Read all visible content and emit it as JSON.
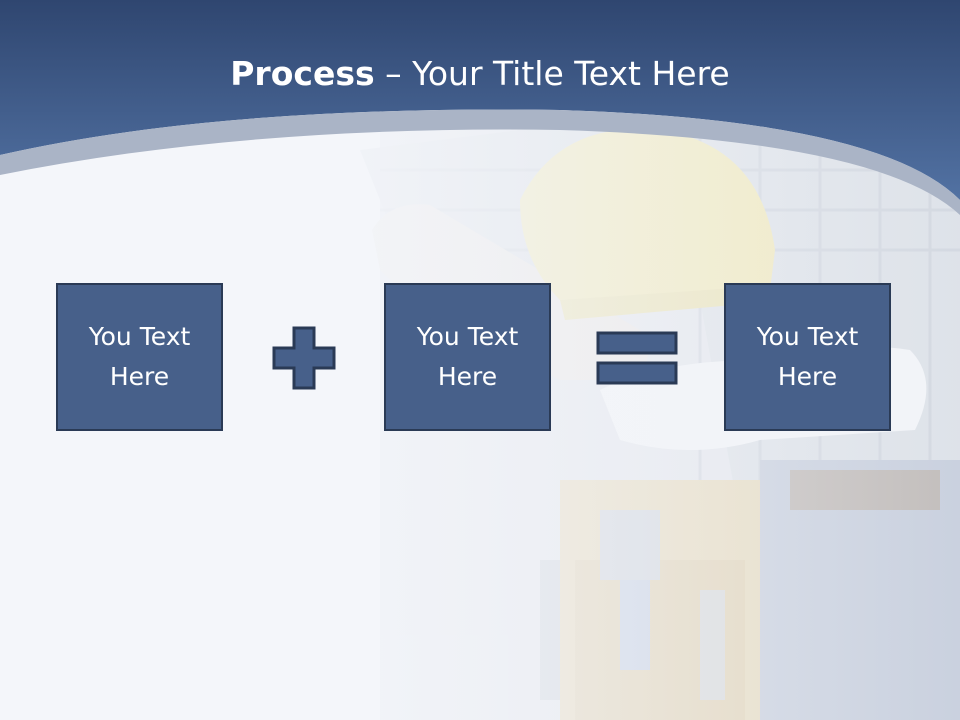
{
  "slide": {
    "title_bold": "Process",
    "title_rest": " – Your Title Text Here",
    "boxes": [
      {
        "text": "You Text Here"
      },
      {
        "text": "You Text Here"
      },
      {
        "text": "You Text Here"
      }
    ],
    "operators": [
      "plus-icon",
      "equals-icon"
    ]
  },
  "colors": {
    "header_blue": "#3f5a88",
    "box_fill": "#47608a",
    "box_border": "#2a3a55",
    "text": "#ffffff",
    "background": "#f4f6fa"
  }
}
